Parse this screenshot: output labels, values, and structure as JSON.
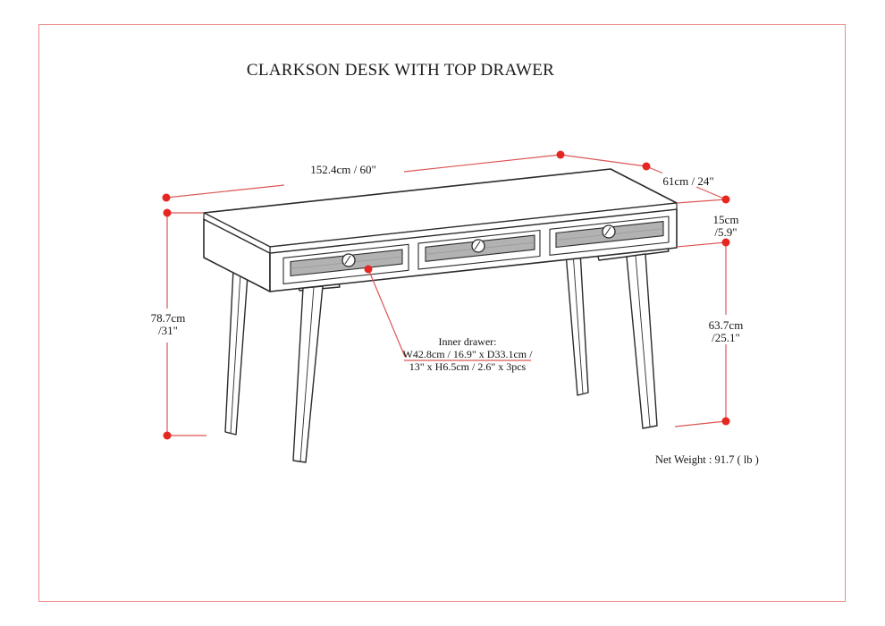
{
  "page": {
    "title": "CLARKSON DESK WITH TOP DRAWER",
    "background_color": "#ffffff",
    "border_color": "#ed8a8a"
  },
  "diagram": {
    "subject": "desk line drawing with three drawers and splayed legs",
    "dimension_line_color": "#dd5555",
    "dimension_marker_color": "#e52721",
    "drawing_line_color": "#2b2b2b",
    "drawer_recess_color": "#b2b2b2",
    "dimensions": {
      "width": {
        "label": "152.4cm / 60\""
      },
      "depth": {
        "label": "61cm / 24\""
      },
      "top_section_height": {
        "line1": "15cm",
        "line2": "/5.9\""
      },
      "overall_height": {
        "line1": "78.7cm",
        "line2": "/31\""
      },
      "leg_clearance_height": {
        "line1": "63.7cm",
        "line2": "/25.1\""
      }
    },
    "inner_drawer_note": {
      "line1": "Inner drawer:",
      "line2": "W42.8cm / 16.9\" x D33.1cm /",
      "line3": "13\" x H6.5cm / 2.6\" x 3pcs"
    },
    "net_weight": "Net Weight : 91.7 ( lb )"
  }
}
